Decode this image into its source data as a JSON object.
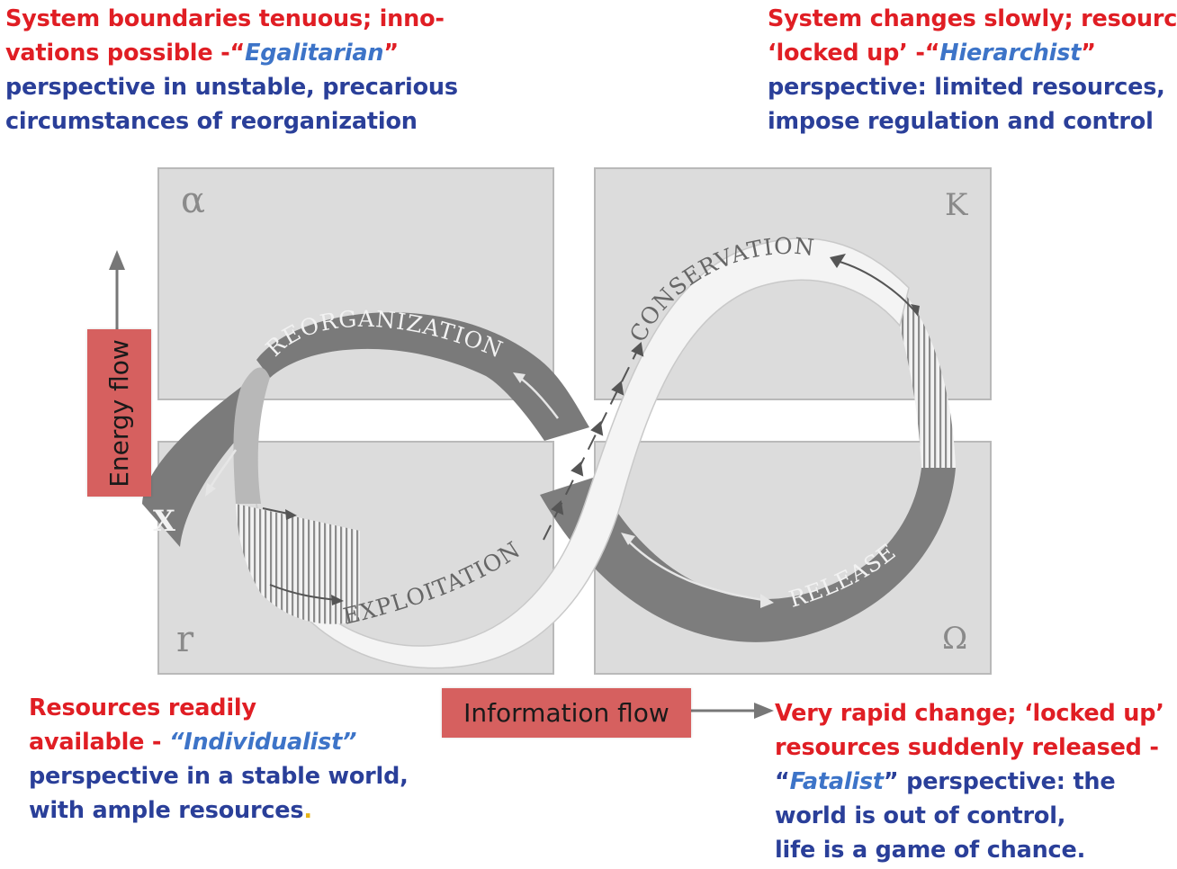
{
  "notes": {
    "top_left": {
      "l1": "System boundaries tenuous; inno-",
      "l2a": "vations possible -“",
      "l2b": "Egalitarian",
      "l2c": "”",
      "l3": "perspective in unstable, precarious",
      "l4": "circumstances of reorganization"
    },
    "top_right": {
      "l1": "System changes slowly; resources",
      "l2a": "‘locked up’ -“",
      "l2b": "Hierarchist",
      "l2c": "”",
      "l3": "perspective: limited resources,",
      "l4": "impose regulation and control"
    },
    "bottom_left": {
      "l1": "Resources readily",
      "l2a": "available - ",
      "l2b": "“Individualist”",
      "l3": "perspective in a stable world,",
      "l4a": "with ample resources",
      "l4b": "."
    },
    "bottom_right": {
      "l1": "Very rapid change; ‘locked up’",
      "l2": "resources suddenly released -",
      "l3a": "“",
      "l3b": "Fatalist",
      "l3c": "” perspective: the",
      "l4": "world is out of control,",
      "l5": "life is a game of chance."
    }
  },
  "quadrants": {
    "alpha": "α",
    "k": "K",
    "r": "r",
    "omega": "Ω"
  },
  "phases": {
    "reorganization": "REORGANIZATION",
    "conservation": "CONSERVATION",
    "exploitation": "EXPLOITATION",
    "release": "RELEASE",
    "x": "X"
  },
  "flows": {
    "energy": "Energy flow",
    "information": "Information flow"
  },
  "colors": {
    "red": "#e01e24",
    "blue": "#2a3f99",
    "light_blue": "#3d74c8",
    "box_red": "#d6605f",
    "quad_fill": "#dcdcdc",
    "band_dark": "#7f7f7f",
    "band_light": "#f5f5f5"
  }
}
